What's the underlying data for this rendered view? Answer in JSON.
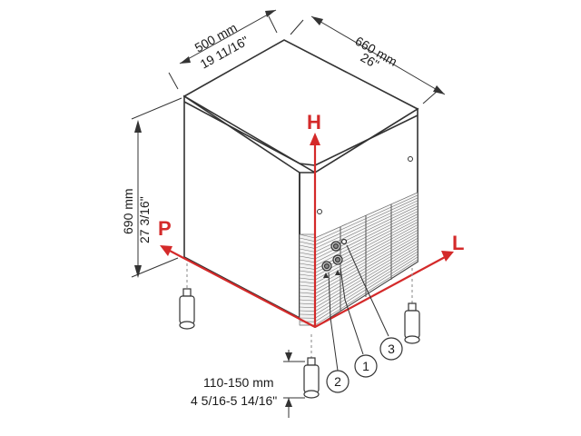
{
  "dimensions": {
    "width_mm": "500 mm",
    "width_in": "19 11/16\"",
    "depth_mm": "660 mm",
    "depth_in": "26\"",
    "height_mm": "690 mm",
    "height_in": "27 3/16\"",
    "feet_mm": "110-150 mm",
    "feet_in": "4 5/16-5 14/16\""
  },
  "axes": {
    "height": "H",
    "length": "L",
    "depth": "P"
  },
  "callouts": [
    "1",
    "2",
    "3"
  ],
  "colors": {
    "axis": "#d42a2a",
    "line": "#333333",
    "body": "#ffffff"
  }
}
